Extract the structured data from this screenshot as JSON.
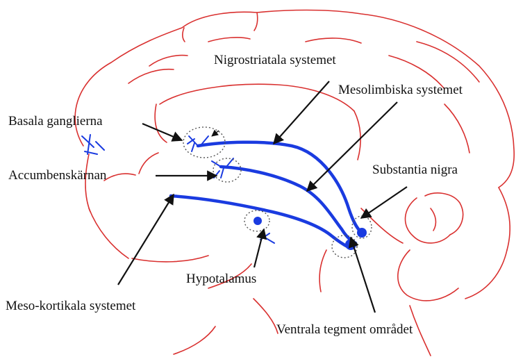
{
  "labels": {
    "nigrostriatal": "Nigrostriatala systemet",
    "mesolimbic": "Mesolimbiska systemet",
    "basal_ganglia": "Basala ganglierna",
    "accumbens": "Accumbenskärnan",
    "substantia_nigra": "Substantia nigra",
    "hypothalamus": "Hypotalamus",
    "mesocortical": "Meso-kortikala systemet",
    "vta": "Ventrala tegment området"
  },
  "colors": {
    "brain_outline": "#d9302f",
    "pathway": "#1a3be0",
    "arrow": "#111111",
    "halo": "#555555"
  }
}
